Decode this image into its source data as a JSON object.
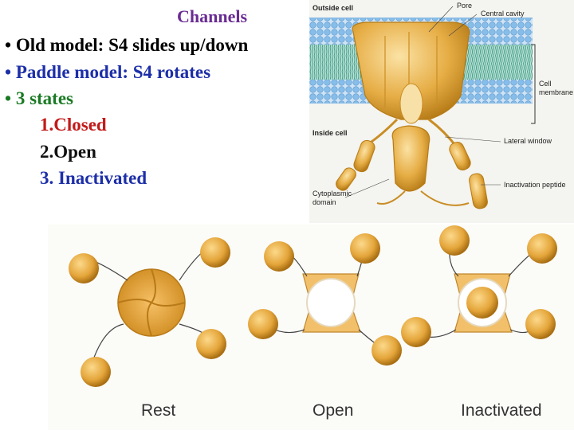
{
  "slide": {
    "title": "Channels",
    "bullets": [
      {
        "marker": "•",
        "text": "Old model: S4 slides up/down"
      },
      {
        "marker": "•",
        "text": "Paddle model: S4 rotates"
      },
      {
        "marker": "•",
        "text": "3 states"
      }
    ],
    "states": [
      {
        "number": "1.",
        "text": "Closed"
      },
      {
        "number": "2.",
        "text": "Open"
      },
      {
        "number": "3.",
        "text": "Inactivated"
      }
    ]
  },
  "channel_diagram": {
    "labels": {
      "outside": "Outside cell",
      "pore": "Pore",
      "cavity": "Central cavity",
      "membrane_1": "Cell",
      "membrane_2": "membrane",
      "inside": "Inside cell",
      "lateral": "Lateral window",
      "peptide": "Inactivation peptide",
      "cyto_1": "Cytoplasmic",
      "cyto_2": "domain"
    },
    "colors": {
      "protein": "#e0a83a",
      "protein_dark": "#b77b14",
      "lipid_head": "#7fb7e6",
      "lipid_tail": "#4aa58f"
    }
  },
  "state_panel": {
    "labels": [
      "Rest",
      "Open",
      "Inactivated"
    ],
    "colors": {
      "ball": "#e4a53a",
      "ball_dark": "#b57a1a",
      "frame": "#f4c574"
    }
  }
}
